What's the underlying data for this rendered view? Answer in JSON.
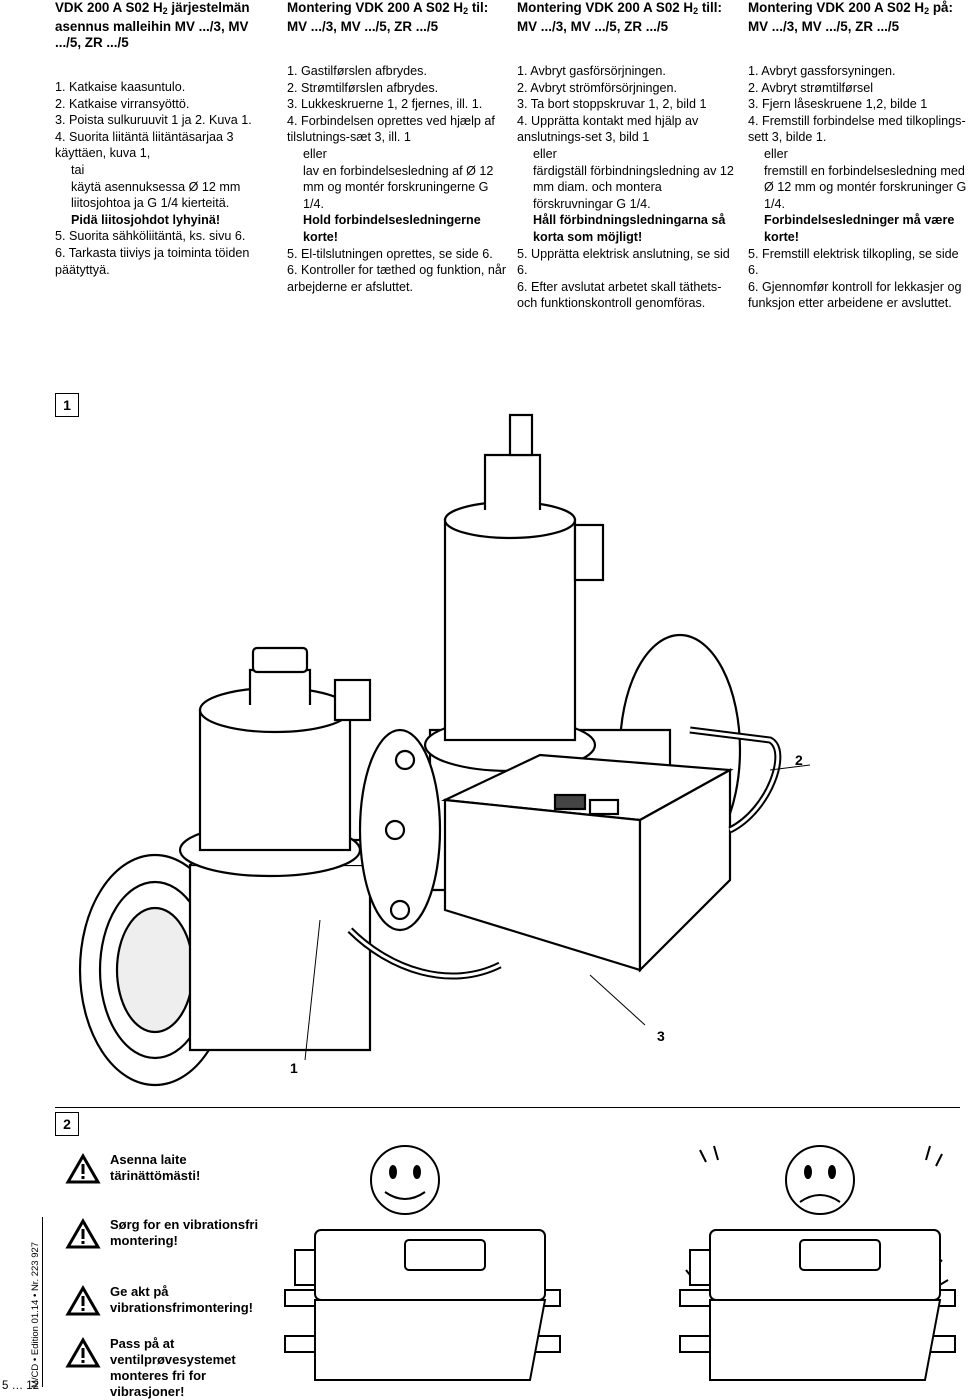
{
  "columns": {
    "fi": {
      "title_pre": "VDK 200 A S02 H",
      "title_sub": "2",
      "title_post": " järjestelmän asennus malleihin MV .../3, MV .../5, ZR .../5",
      "steps": [
        "1. Katkaise kaasuntulo.",
        "2. Katkaise virransyöttö.",
        "3. Poista sulkuruuvit 1 ja 2. Kuva 1.",
        "4. Suorita liitäntä liitäntäsarjaa 3 käyttäen, kuva 1,",
        "tai",
        "käytä asennuksessa Ø 12 mm liitosjohtoa ja G 1/4 kierteitä.",
        "Pidä liitosjohdot lyhyinä!",
        "5. Suorita sähköliitäntä, ks. sivu 6.",
        "6. Tarkasta tiiviys ja toiminta töiden päätyttyä."
      ]
    },
    "da": {
      "title_pre": "Montering VDK 200 A S02 H",
      "title_sub": "2",
      "title_post": " til: MV .../3, MV .../5, ZR .../5",
      "steps": [
        "1. Gastilførslen afbrydes.",
        "2. Strømtilførslen afbrydes.",
        "3. Lukkeskruerne 1, 2 fjernes, ill. 1.",
        "4. Forbindelsen oprettes ved hjælp af tilslutnings-sæt 3, ill. 1",
        "eller",
        "lav en forbindelsesledning af Ø 12 mm og montér forskruningerne G 1/4.",
        "Hold forbindelsesledningerne korte!",
        "5. El-tilslutningen oprettes, se side 6.",
        "6. Kontroller for tæthed og funktion, når arbejderne er afsluttet."
      ]
    },
    "se": {
      "title_pre": "Montering VDK 200 A S02 H",
      "title_sub": "2",
      "title_post": " till: MV .../3, MV .../5, ZR .../5",
      "steps": [
        "1. Avbryt gasförsörjningen.",
        "2. Avbryt strömförsörjningen.",
        "3. Ta bort stoppskruvar 1, 2, bild 1",
        "4. Upprätta kontakt med hjälp av anslutnings-set 3, bild 1",
        "eller",
        "färdigställ förbindningsledning av 12 mm diam. och montera förskruvningar G 1/4.",
        "Håll förbindningsledningarna så korta som möjligt!",
        "5. Upprätta elektrisk anslutning, se sid 6.",
        "6. Efter avslutat arbetet skall täthets- och funktionskontroll genomföras."
      ]
    },
    "no": {
      "title_pre": "Montering VDK 200 A S02 H",
      "title_sub": "2",
      "title_post": " på: MV .../3, MV .../5, ZR .../5",
      "steps": [
        "1. Avbryt gassforsyningen.",
        "2. Avbryt strømtilførsel",
        "3. Fjern låseskruene 1,2, bilde 1",
        "4. Fremstill forbindelse med tilkoplings-sett 3, bilde 1.",
        "eller",
        "fremstill en forbindelsesledning med Ø 12 mm og montér forskruninger G 1/4.",
        "Forbindelsesledninger må være korte!",
        "5. Fremstill elektrisk tilkopling, se side 6.",
        "6. Gjennomfør kontroll for lekkasjer og funksjon etter arbeidene er avsluttet."
      ]
    }
  },
  "figure1": {
    "label": "1",
    "callouts": [
      "2",
      "1",
      "3"
    ]
  },
  "figure2": {
    "label": "2",
    "warnings": [
      "Asenna laite tärinättömästi!",
      "Sørg for en vibrationsfri montering!",
      "Ge akt på vibrationsfrimontering!",
      "Pass på at ventilprøvesystemet monteres fri for vibrasjoner!"
    ]
  },
  "footer": {
    "page_range": "5 … 12",
    "edition": "M/CD • Edition 01.14 • Nr. 223 927"
  },
  "icons": [
    "warning-triangle-icon",
    "happy-face-icon",
    "sad-face-icon"
  ]
}
